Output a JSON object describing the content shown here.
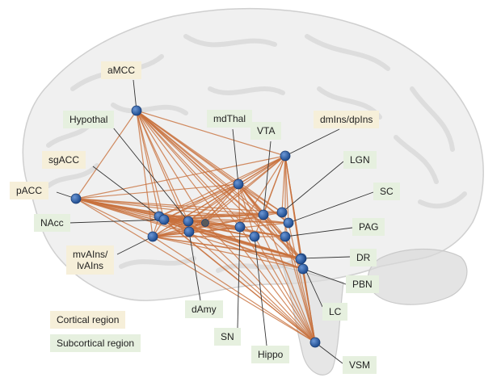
{
  "colors": {
    "cortical_box": "#f6efd9",
    "subcortical_box": "#e6f0df",
    "node": "#2e62a8",
    "edge": "#c8703c",
    "leader": "#333333",
    "brain": "#d6d6d6"
  },
  "regions": [
    {
      "id": "aMCC",
      "label": "aMCC",
      "type": "cortical"
    },
    {
      "id": "Hypothal",
      "label": "Hypothal",
      "type": "subcortical"
    },
    {
      "id": "sgACC",
      "label": "sgACC",
      "type": "cortical"
    },
    {
      "id": "pACC",
      "label": "pACC",
      "type": "cortical"
    },
    {
      "id": "NAcc",
      "label": "NAcc",
      "type": "subcortical"
    },
    {
      "id": "mvAIns",
      "label": "mvAIns/\nlvAIns",
      "type": "cortical"
    },
    {
      "id": "dAmy",
      "label": "dAmy",
      "type": "subcortical"
    },
    {
      "id": "SN",
      "label": "SN",
      "type": "subcortical"
    },
    {
      "id": "Hippo",
      "label": "Hippo",
      "type": "subcortical"
    },
    {
      "id": "mdThal",
      "label": "mdThal",
      "type": "subcortical"
    },
    {
      "id": "VTA",
      "label": "VTA",
      "type": "subcortical"
    },
    {
      "id": "dmIns",
      "label": "dmIns/dpIns",
      "type": "cortical"
    },
    {
      "id": "LGN",
      "label": "LGN",
      "type": "subcortical"
    },
    {
      "id": "SC",
      "label": "SC",
      "type": "subcortical"
    },
    {
      "id": "PAG",
      "label": "PAG",
      "type": "subcortical"
    },
    {
      "id": "DR",
      "label": "DR",
      "type": "subcortical"
    },
    {
      "id": "PBN",
      "label": "PBN",
      "type": "subcortical"
    },
    {
      "id": "LC",
      "label": "LC",
      "type": "subcortical"
    },
    {
      "id": "VSM",
      "label": "VSM",
      "type": "subcortical"
    }
  ],
  "legend": {
    "cortical": "Cortical region",
    "subcortical": "Subcortical region"
  }
}
